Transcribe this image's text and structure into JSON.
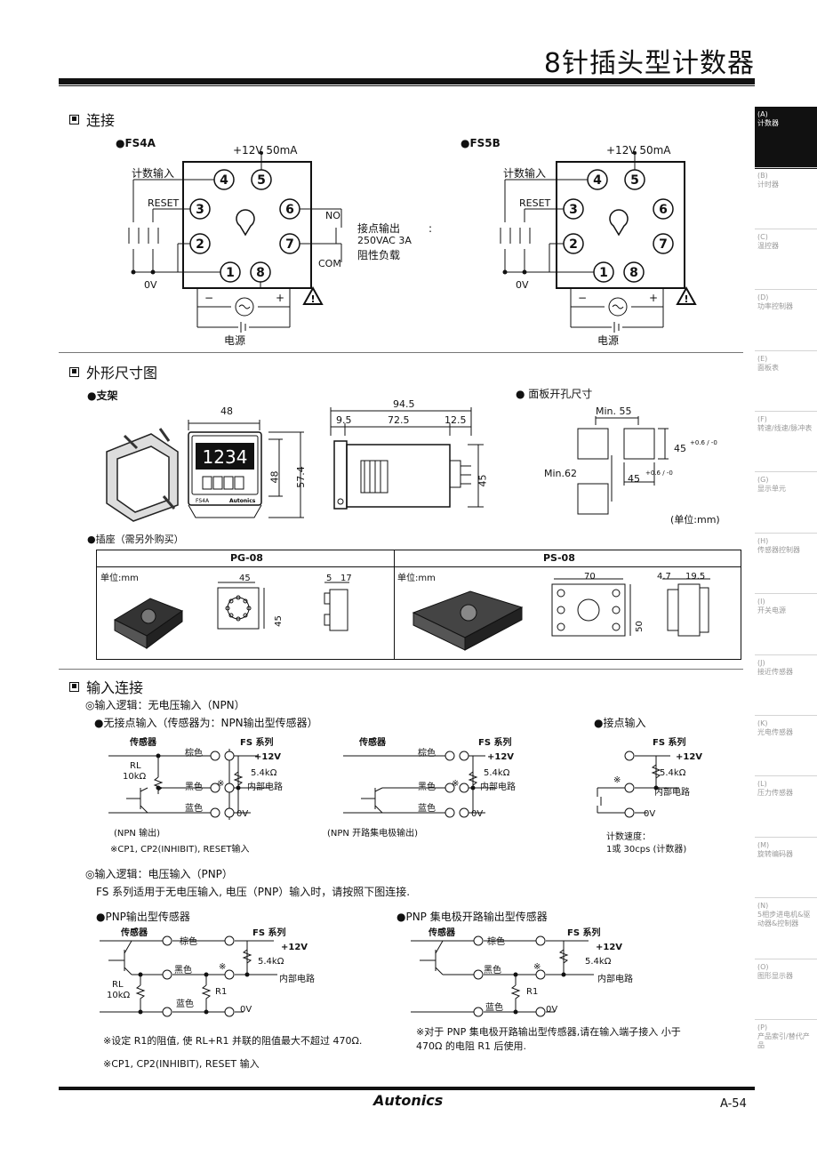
{
  "header": {
    "title": "8针插头型计数器"
  },
  "sidebar": {
    "tabs": [
      {
        "code": "(A)",
        "label": "计数器",
        "active": true
      },
      {
        "code": "(B)",
        "label": "计时器"
      },
      {
        "code": "(C)",
        "label": "温控器"
      },
      {
        "code": "(D)",
        "label": "功率控制器"
      },
      {
        "code": "(E)",
        "label": "面板表"
      },
      {
        "code": "(F)",
        "label": "转速/线速/脉冲表"
      },
      {
        "code": "(G)",
        "label": "显示单元"
      },
      {
        "code": "(H)",
        "label": "传感器控制器"
      },
      {
        "code": "(I)",
        "label": "开关电源"
      },
      {
        "code": "(J)",
        "label": "接近传感器"
      },
      {
        "code": "(K)",
        "label": "光电传感器"
      },
      {
        "code": "(L)",
        "label": "压力传感器"
      },
      {
        "code": "(M)",
        "label": "旋转编码器"
      },
      {
        "code": "(N)",
        "label": "5相步进电机&驱动器&控制器"
      },
      {
        "code": "(O)",
        "label": "图形显示器"
      },
      {
        "code": "(P)",
        "label": "产品索引/替代产品"
      }
    ]
  },
  "connection": {
    "heading": "连接",
    "fs4a": {
      "model": "●FS4A",
      "supply": "+12V 50mA",
      "count_input": "计数输入",
      "reset": "RESET",
      "zero_v": "0V",
      "no": "NO",
      "com": "COM",
      "contact_output": "接点输出",
      "rating": "250VAC 3A",
      "load": "阻性负载",
      "separator": ":",
      "minus": "−",
      "plus": "+",
      "power": "电源",
      "pins": [
        "4",
        "5",
        "3",
        "6",
        "2",
        "7",
        "1",
        "8"
      ]
    },
    "fs5b": {
      "model": "●FS5B",
      "supply": "+12V 50mA",
      "count_input": "计数输入",
      "reset": "RESET",
      "zero_v": "0V",
      "minus": "−",
      "plus": "+",
      "power": "电源",
      "pins": [
        "4",
        "5",
        "3",
        "6",
        "2",
        "7",
        "1",
        "8"
      ]
    }
  },
  "dimensions": {
    "heading": "外形尺寸图",
    "bracket_label": "●支架",
    "cutout_label": "● 面板开孔尺寸",
    "front": {
      "w": "48",
      "h1": "48",
      "h2": "57.4",
      "display": "1234",
      "model": "FS4A",
      "brand": "Autonics"
    },
    "side": {
      "total": "94.5",
      "a": "9.5",
      "b": "72.5",
      "c": "12.5",
      "h": "45"
    },
    "cutout": {
      "min_w": "Min. 55",
      "min_h": "Min.62",
      "size1": "45",
      "size2": "45",
      "tol": "+0.6 / -0"
    },
    "unit": "(单位:mm)",
    "socket_label": "●插座（需另外购买）",
    "pg08": {
      "title": "PG-08",
      "unit": "单位:mm",
      "w": "45",
      "h": "45",
      "d1": "5",
      "d2": "17"
    },
    "ps08": {
      "title": "PS-08",
      "unit": "单位:mm",
      "w": "70",
      "h": "50",
      "d1": "4.7",
      "d2": "19.5"
    }
  },
  "input": {
    "heading": "输入连接",
    "npn_logic": "◎输入逻辑：无电压输入（NPN）",
    "no_contact": "●无接点输入（传感器为：NPN输出型传感器）",
    "contact_input": "●接点输入",
    "sensor": "传感器",
    "fs_series": "FS 系列",
    "brown": "棕色",
    "black": "黑色",
    "blue": "蓝色",
    "v12": "+12V",
    "r54k": "5.4kΩ",
    "internal": "内部电路",
    "zero_v": "0V",
    "mark": "※",
    "rl": "RL",
    "rl_val": "10kΩ",
    "r1": "R1",
    "npn_out": "(NPN 输出)",
    "npn_oc_out": "(NPN 开路集电极输出)",
    "npn_note": "※CP1, CP2(INHIBIT), RESET输入",
    "count_speed": "计数速度：",
    "count_speed_val": "1或 30cps (计数器)",
    "pnp_logic": "◎输入逻辑：电压输入（PNP）",
    "pnp_desc": "FS 系列适用于无电压输入, 电压（PNP）输入时，请按照下图连接.",
    "pnp_out": "●PNP输出型传感器",
    "pnp_oc": "●PNP 集电极开路输出型传感器",
    "note_r1": "※设定 R1的阻值, 使 RL+R1 并联的阻值最大不超过 470Ω.",
    "note_cp": "※CP1, CP2(INHIBIT), RESET 输入",
    "note_oc_1": "※对于 PNP 集电极开路输出型传感器,请在输入端子接入 小于",
    "note_oc_2": "470Ω 的电阻 R1 后使用."
  },
  "footer": {
    "brand": "Autonics",
    "page": "A-54"
  }
}
